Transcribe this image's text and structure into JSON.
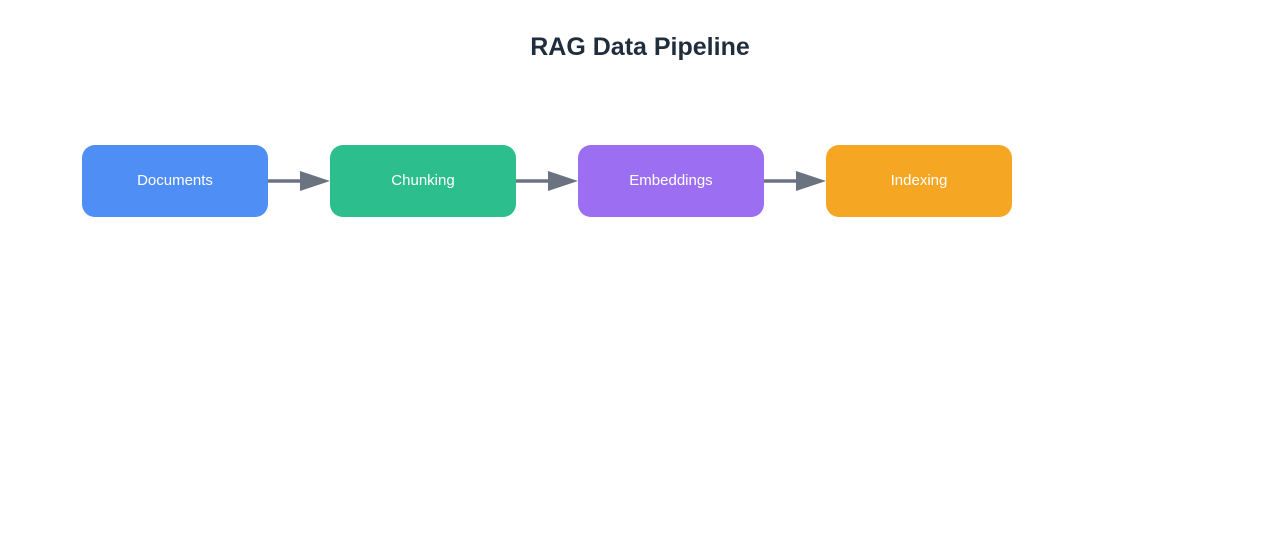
{
  "page": {
    "background": "#ffffff"
  },
  "title": {
    "text": "RAG Data Pipeline",
    "color": "#1f2d3d"
  },
  "diagram": {
    "type": "flowchart",
    "direction": "left-to-right",
    "node_text_color": "#ffffff",
    "arrow_color": "#6b7280",
    "nodes": [
      {
        "id": "documents",
        "label": "Documents",
        "color": "#4e8ef5"
      },
      {
        "id": "chunking",
        "label": "Chunking",
        "color": "#2cbe8c"
      },
      {
        "id": "embeddings",
        "label": "Embeddings",
        "color": "#9c6ff2"
      },
      {
        "id": "indexing",
        "label": "Indexing",
        "color": "#f5a623"
      }
    ],
    "edges": [
      {
        "from": "documents",
        "to": "chunking"
      },
      {
        "from": "chunking",
        "to": "embeddings"
      },
      {
        "from": "embeddings",
        "to": "indexing"
      }
    ]
  }
}
